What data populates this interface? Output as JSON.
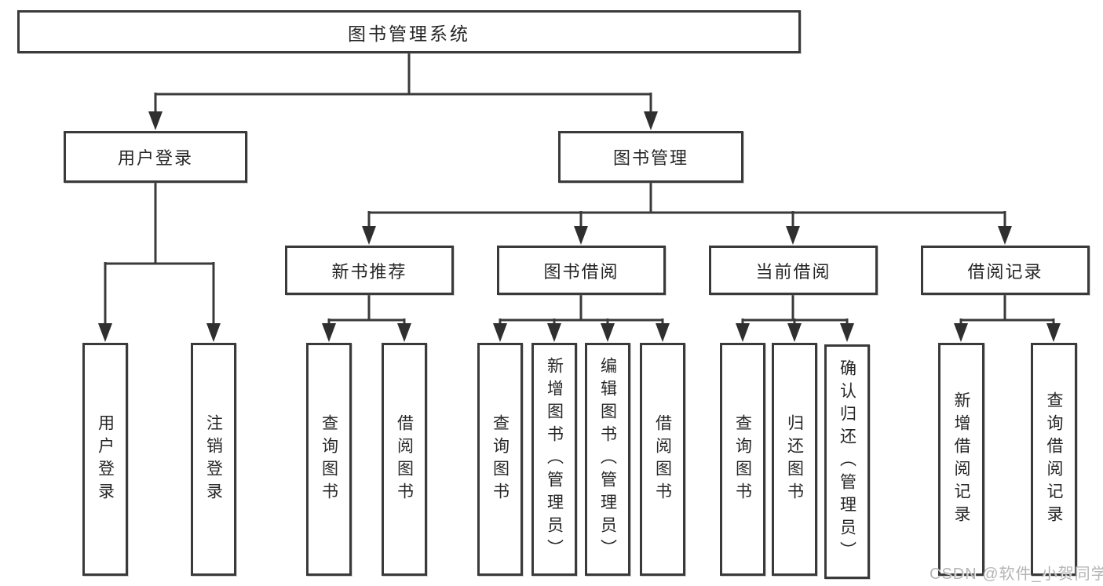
{
  "tree": {
    "root": "图书管理系统",
    "level2": [
      {
        "label": "用户登录",
        "leaves": [
          "用户登录",
          "注销登录"
        ]
      },
      {
        "label": "图书管理",
        "children": [
          {
            "label": "新书推荐",
            "leaves": [
              "查询图书",
              "借阅图书"
            ]
          },
          {
            "label": "图书借阅",
            "leaves": [
              "查询图书",
              "新增图书（管理员）",
              "编辑图书（管理员）",
              "借阅图书"
            ]
          },
          {
            "label": "当前借阅",
            "leaves": [
              "查询图书",
              "归还图书",
              "确认归还（管理员）"
            ]
          },
          {
            "label": "借阅记录",
            "leaves": [
              "新增借阅记录",
              "查询借阅记录"
            ]
          }
        ]
      }
    ]
  },
  "watermark": "CSDN @软件_小贺同学",
  "colors": {
    "line": "#3a3a3a",
    "text": "#262626",
    "watermark": "#b5b5b5",
    "background": "#ffffff"
  }
}
